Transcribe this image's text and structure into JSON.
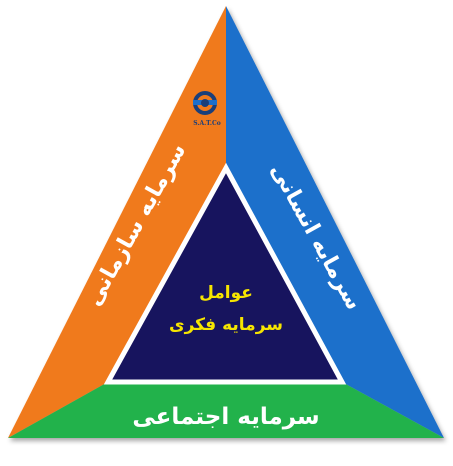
{
  "center": {
    "line1": "عوامل",
    "line2": "سرمایه فکری"
  },
  "sides": {
    "left": "سرمایه سازمانی",
    "right": "سرمایه انسانی",
    "bottom": "سرمایه اجتماعی"
  },
  "logo": {
    "text": "S.A.T.Co"
  },
  "colors": {
    "left_segment": "#F07A1E",
    "right_segment": "#1C6FCB",
    "bottom_segment": "#22B24C",
    "center_fill": "#17145E",
    "center_border": "#FFFFFF",
    "center_text": "#F6E500",
    "side_text": "#FFFFFF",
    "logo_color": "#1A3F7A"
  }
}
